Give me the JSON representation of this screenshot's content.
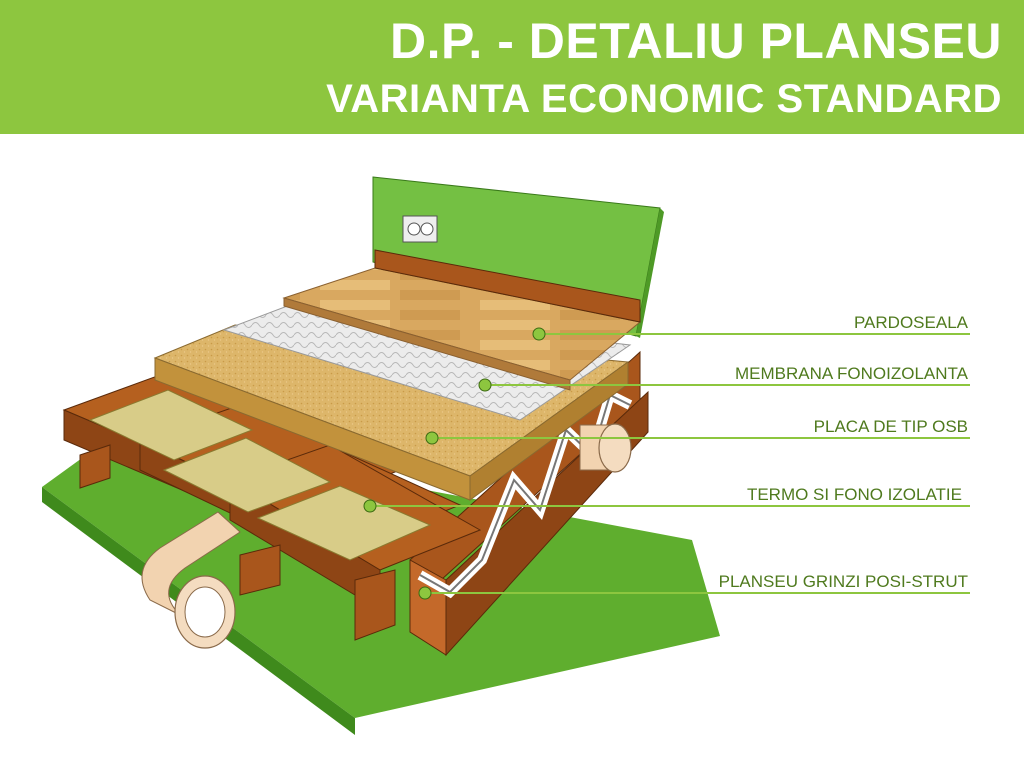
{
  "header": {
    "title": "D.P. - DETALIU PLANSEU",
    "subtitle": "VARIANTA ECONOMIC STANDARD"
  },
  "colors": {
    "header_bg": "#8dc63f",
    "label_text": "#4f7a1e",
    "leader_line": "#8dc63f",
    "marker": "#8dc63f"
  },
  "layers": [
    {
      "label": "PARDOSEALA"
    },
    {
      "label": "MEMBRANA FONOIZOLANTA"
    },
    {
      "label": "PLACA DE TIP OSB"
    },
    {
      "label": "TERMO SI FONO IZOLATIE"
    },
    {
      "label": "PLANSEU GRINZI POSI-STRUT"
    }
  ]
}
